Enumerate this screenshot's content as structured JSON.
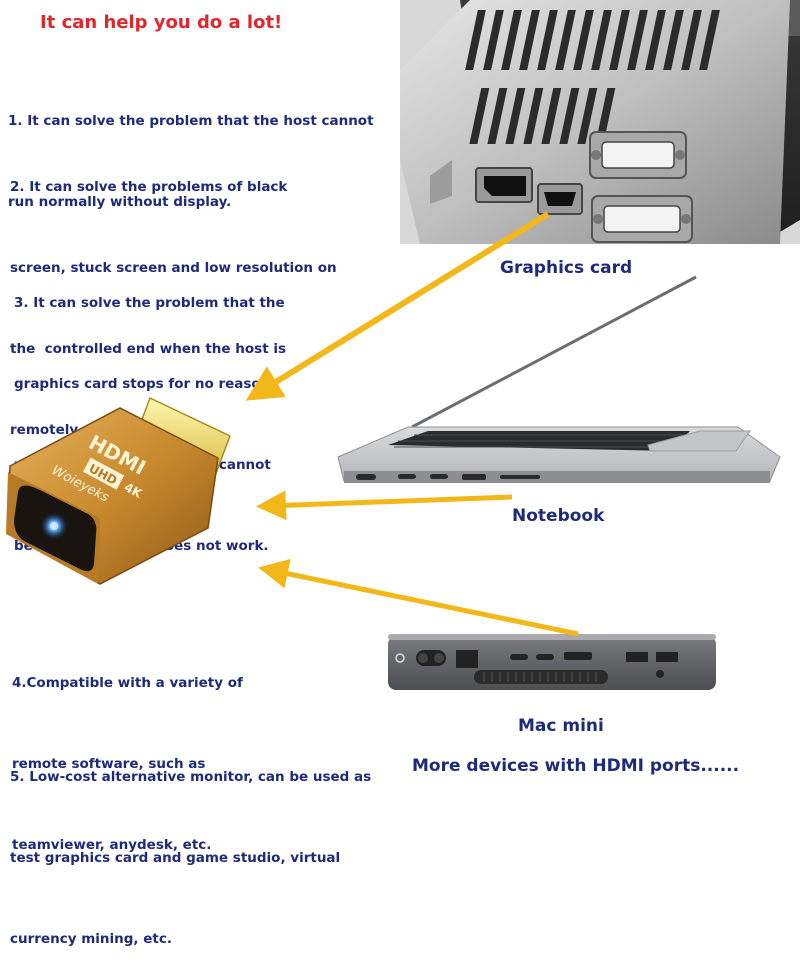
{
  "title": "It can help you do a lot!",
  "features": [
    {
      "lines": [
        "1. It can solve the problem that the host cannot",
        "run normally without display."
      ]
    },
    {
      "lines": [
        "2. It can solve the problems of black",
        "screen, stuck screen and low resolution on",
        "the  controlled end when the host is",
        "remotely controlled."
      ]
    },
    {
      "lines": [
        "3. It can solve the problem that the",
        "graphics card stops for no reason",
        "when the host is  running, cannot",
        "be turned on, and does not work."
      ]
    },
    {
      "lines": [
        "4.Compatible with a variety of",
        "remote software, such as",
        "teamviewer, anydesk, etc."
      ]
    },
    {
      "lines": [
        "5. Low-cost alternative monitor, can be used as",
        "test graphics card and game studio, virtual",
        "currency mining, etc."
      ]
    }
  ],
  "devices": {
    "graphics_card": "Graphics card",
    "notebook": "Notebook",
    "mac_mini": "Mac mini",
    "more": "More devices with HDMI ports......"
  },
  "plug": {
    "logo": "HDMI",
    "badge_1": "UHD",
    "badge_2": "4K",
    "brand": "Woieyeks"
  },
  "colors": {
    "title": "#e0262a",
    "text": "#1e2a7a",
    "arrow": "#f2b81a",
    "plug_gold": "#c98a2e"
  }
}
